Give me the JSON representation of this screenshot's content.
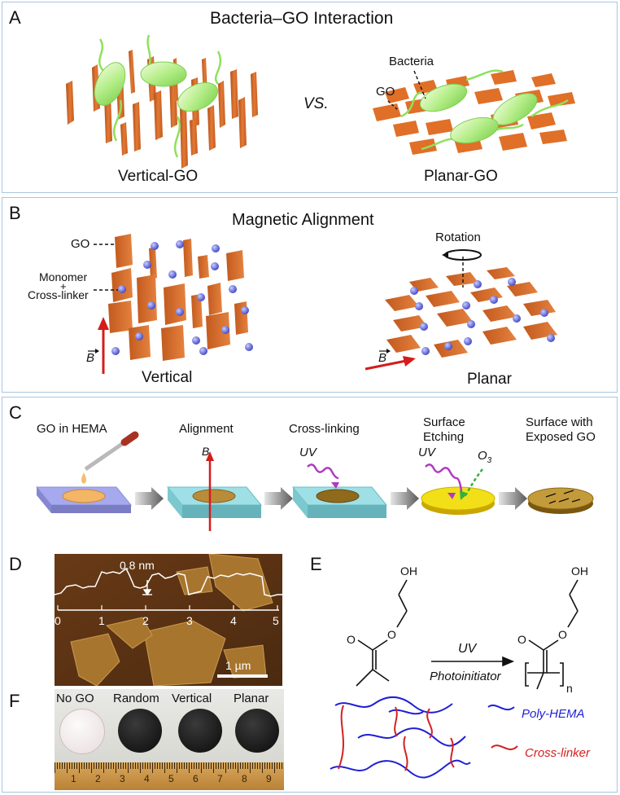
{
  "panel_a": {
    "letter": "A",
    "title": "Bacteria–GO Interaction",
    "vs": "VS.",
    "label_bacteria": "Bacteria",
    "label_go": "GO",
    "caption_left": "Vertical-GO",
    "caption_right": "Planar-GO"
  },
  "panel_b": {
    "letter": "B",
    "title": "Magnetic Alignment",
    "label_go": "GO",
    "label_monomer": "Monomer",
    "label_plus": "+",
    "label_crosslinker": "Cross-linker",
    "label_rotation": "Rotation",
    "field_symbol": "B",
    "caption_left": "Vertical",
    "caption_right": "Planar"
  },
  "panel_c": {
    "letter": "C",
    "step1": "GO in HEMA",
    "step2": "Alignment",
    "step3": "Cross-linking",
    "step4_line1": "Surface",
    "step4_line2": "Etching",
    "step5_line1": "Surface with",
    "step5_line2": "Exposed GO",
    "field_symbol": "B",
    "uv": "UV",
    "ozone": "O",
    "ozone_sub": "3"
  },
  "panel_d": {
    "letter": "D",
    "height_label": "0.8 nm",
    "axis_ticks": [
      "0",
      "1",
      "2",
      "3",
      "4",
      "5"
    ],
    "scale_bar": "1 µm"
  },
  "panel_e": {
    "letter": "E",
    "oh_left": "OH",
    "oh_right": "OH",
    "o_ester_left": "O",
    "o_carbonyl_left": "O",
    "o_ester_right": "O",
    "o_carbonyl_right": "O",
    "arrow_top": "UV",
    "arrow_bottom": "Photoinitiator",
    "subscript_n": "n",
    "legend_poly": "Poly-HEMA",
    "legend_crosslinker": "Cross-linker",
    "color_poly": "#1f1fd6",
    "color_crosslinker": "#d42020"
  },
  "panel_f": {
    "letter": "F",
    "samples": [
      "No GO",
      "Random",
      "Vertical",
      "Planar"
    ],
    "ruler_numbers": [
      "1",
      "2",
      "3",
      "4",
      "5",
      "6",
      "7",
      "8",
      "9"
    ]
  }
}
